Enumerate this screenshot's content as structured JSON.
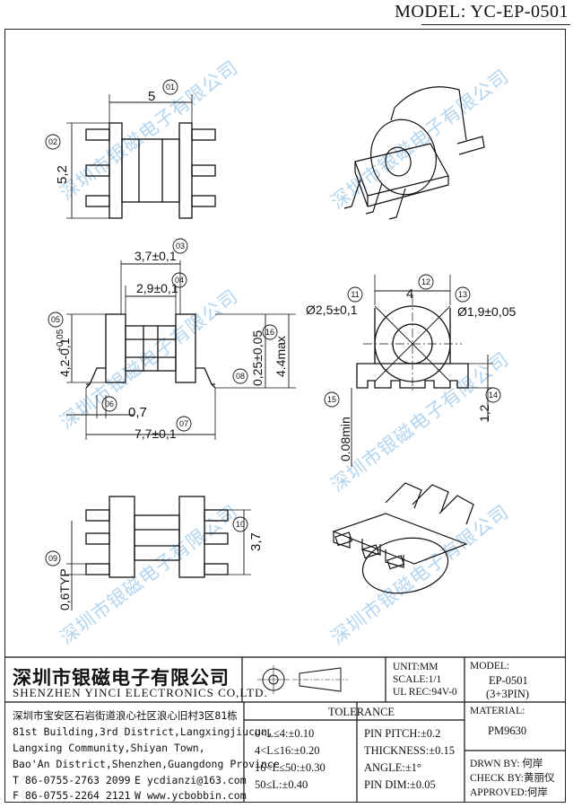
{
  "model_header": "MODEL: YC-EP-0501",
  "watermark": "深圳市银磁电子有限公司",
  "dimensions": {
    "d01": "5",
    "d02": "5,2",
    "d03": "3,7±0,1",
    "d04": "2,9±0,1",
    "d05": "4,2-0,1",
    "d05_tol": "+0,05",
    "d06": "0,7",
    "d07": "7,7±0,1",
    "d08": "0,25±0,05",
    "d16": "4.4max",
    "d11": "Ø2,5±0,1",
    "d12": "4",
    "d13": "Ø1,9±0,05",
    "d15": "0.08min",
    "d14": "1,2",
    "d10": "3,7",
    "d09": "0,6TYP"
  },
  "balloons": [
    "01",
    "02",
    "03",
    "04",
    "05",
    "06",
    "07",
    "08",
    "16",
    "11",
    "12",
    "13",
    "15",
    "14",
    "10",
    "09"
  ],
  "title_block": {
    "company_cn": "深圳市银磁电子有限公司",
    "company_en": "SHENZHEN YINCI ELECTRONICS CO,LTD.",
    "address": [
      "深圳市宝安区石岩街道浪心社区浪心旧村3区81栋",
      "81st Building,3rd District,Langxingjiucun,",
      "Langxing Community,Shiyan Town,",
      "Bao'An District,Shenzhen,Guangdong Province"
    ],
    "tel": "T 86-0755-2763 2099",
    "email": "E ycdianzi@163.com",
    "fax": "F 86-0755-2264 2121",
    "web": "W www.ycbobbin.com",
    "unit": "UNIT:MM",
    "scale": "SCALE:1/1",
    "ul_rec": "UL REC:94V-0",
    "model_label": "MODEL:",
    "model_value": "EP-0501",
    "model_pins": "(3+3PIN)",
    "material_label": "MATERIAL:",
    "material_value": "PM9630",
    "tolerance_title": "TOLERANCE",
    "tolerances_left": [
      "0<L≤4:±0.10",
      "4<L≤16:±0.20",
      "16<L≤50:±0.30",
      "50≤L:±0.40"
    ],
    "tolerances_right": [
      "PIN PITCH:±0.2",
      "THICKNESS:±0.15",
      "ANGLE:±1°",
      "PIN DIM:±0.05"
    ],
    "drawn_by": "DRWN BY: 何岸",
    "check_by": "CHECK BY:黄丽仪",
    "approved": "APPROVED:何岸"
  }
}
